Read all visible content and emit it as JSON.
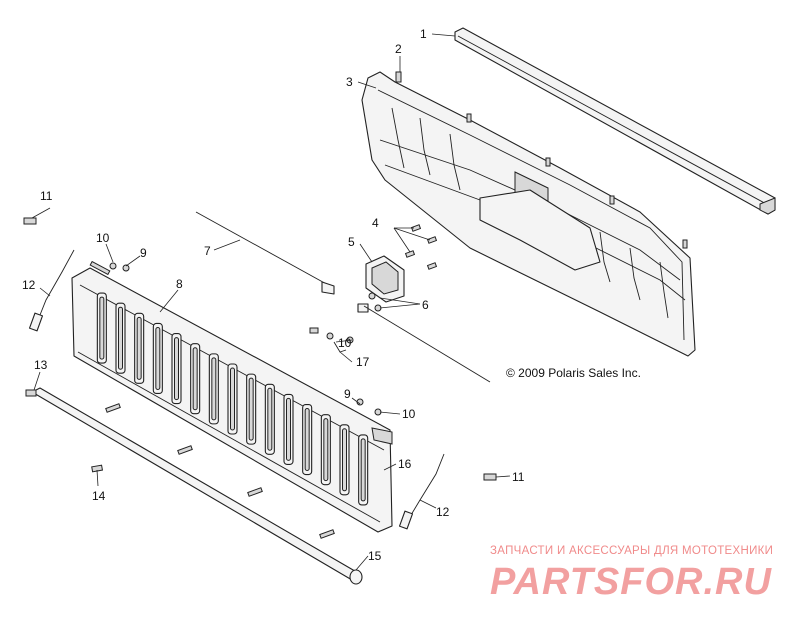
{
  "callouts": [
    {
      "id": "c1",
      "label": "1"
    },
    {
      "id": "c2",
      "label": "2"
    },
    {
      "id": "c3",
      "label": "3"
    },
    {
      "id": "c4",
      "label": "4"
    },
    {
      "id": "c5",
      "label": "5"
    },
    {
      "id": "c6",
      "label": "6"
    },
    {
      "id": "c7",
      "label": "7"
    },
    {
      "id": "c8",
      "label": "8"
    },
    {
      "id": "c9a",
      "label": "9"
    },
    {
      "id": "c9b",
      "label": "9"
    },
    {
      "id": "c10a",
      "label": "10"
    },
    {
      "id": "c10b",
      "label": "10"
    },
    {
      "id": "c10c",
      "label": "10"
    },
    {
      "id": "c11a",
      "label": "11"
    },
    {
      "id": "c11b",
      "label": "11"
    },
    {
      "id": "c12a",
      "label": "12"
    },
    {
      "id": "c12b",
      "label": "12"
    },
    {
      "id": "c13",
      "label": "13"
    },
    {
      "id": "c14",
      "label": "14"
    },
    {
      "id": "c15",
      "label": "15"
    },
    {
      "id": "c16",
      "label": "16"
    },
    {
      "id": "c17",
      "label": "17"
    }
  ],
  "copyright": "© 2009 Polaris Sales Inc.",
  "watermark": {
    "tagline": "ЗАПЧАСТИ И АКСЕССУАРЫ ДЛЯ МОТОТЕХНИКИ",
    "logo": "PARTSFOR.RU"
  },
  "colors": {
    "line": "#222222",
    "watermark": "#f08a8a"
  }
}
